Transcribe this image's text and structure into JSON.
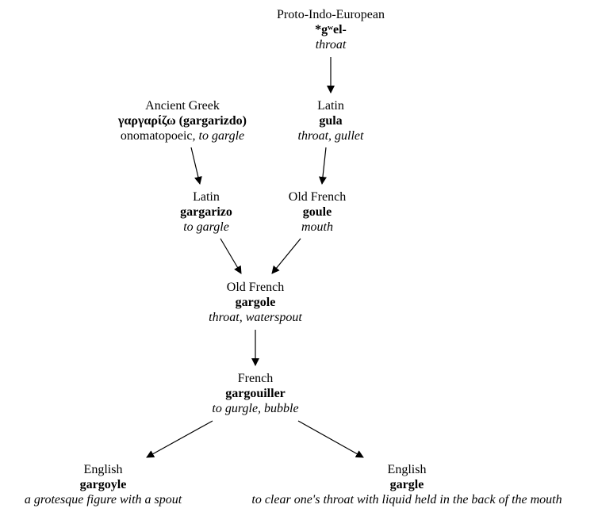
{
  "diagram": {
    "nodes": {
      "pie": {
        "language": "Proto-Indo-European",
        "word": "*gʷel-",
        "gloss": "throat"
      },
      "greek": {
        "language": "Ancient Greek",
        "word": "γαργαρίζω (gargarizdo)",
        "gloss_prefix": "onomatopoeic, ",
        "gloss": "to gargle"
      },
      "latin_gula": {
        "language": "Latin",
        "word": "gula",
        "gloss": "throat, gullet"
      },
      "latin_gargarizo": {
        "language": "Latin",
        "word": "gargarizo",
        "gloss": "to gargle"
      },
      "of_goule": {
        "language": "Old French",
        "word": "goule",
        "gloss": "mouth"
      },
      "of_gargole": {
        "language": "Old French",
        "word": "gargole",
        "gloss": "throat, waterspout"
      },
      "fr_gargouiller": {
        "language": "French",
        "word": "gargouiller",
        "gloss": "to gurgle, bubble"
      },
      "en_gargoyle": {
        "language": "English",
        "word": "gargoyle",
        "gloss": "a grotesque figure with a spout"
      },
      "en_gargle": {
        "language": "English",
        "word": "gargle",
        "gloss": "to clear one's throat with liquid held in the back of the mouth"
      }
    },
    "edges": [
      {
        "from": "pie",
        "to": "latin_gula"
      },
      {
        "from": "greek",
        "to": "latin_gargarizo"
      },
      {
        "from": "latin_gula",
        "to": "of_goule"
      },
      {
        "from": "latin_gargarizo",
        "to": "of_gargole"
      },
      {
        "from": "of_goule",
        "to": "of_gargole"
      },
      {
        "from": "of_gargole",
        "to": "fr_gargouiller"
      },
      {
        "from": "fr_gargouiller",
        "to": "en_gargoyle"
      },
      {
        "from": "fr_gargouiller",
        "to": "en_gargle"
      }
    ]
  }
}
